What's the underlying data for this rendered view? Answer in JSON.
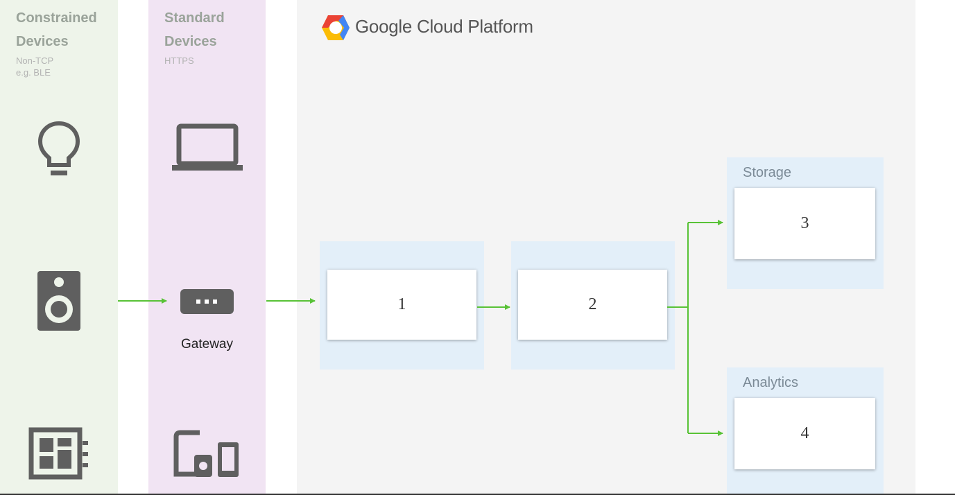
{
  "lanes": {
    "constrained": {
      "title_line1": "Constrained",
      "title_line2": "Devices",
      "sub_line1": "Non-TCP",
      "sub_line2": "e.g. BLE"
    },
    "standard": {
      "title_line1": "Standard",
      "title_line2": "Devices",
      "sub_line1": "HTTPS"
    }
  },
  "gateway_label": "Gateway",
  "platform": {
    "name": "Google Cloud Platform",
    "logo": "google-cloud-logo"
  },
  "groups": {
    "storage_label": "Storage",
    "analytics_label": "Analytics"
  },
  "boxes": {
    "box1": "1",
    "box2": "2",
    "box3": "3",
    "box4": "4"
  },
  "icons": [
    "lightbulb-icon",
    "speaker-icon",
    "board-icon",
    "laptop-icon",
    "gateway-icon",
    "devices-icon"
  ],
  "colors": {
    "constrained_lane": "#eef4ea",
    "standard_lane": "#f1e4f3",
    "gcp_background": "#f4f4f4",
    "group_background": "#e3eff9",
    "arrow": "#58c236",
    "icon": "#5f5f5f"
  }
}
